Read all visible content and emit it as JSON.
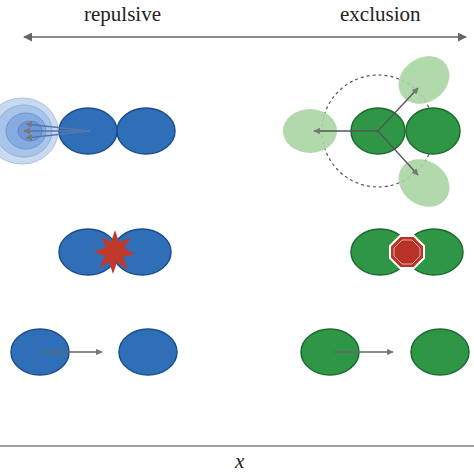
{
  "diagram": {
    "labels": [
      "repulsive",
      "exclusion",
      "x"
    ]
  }
}
